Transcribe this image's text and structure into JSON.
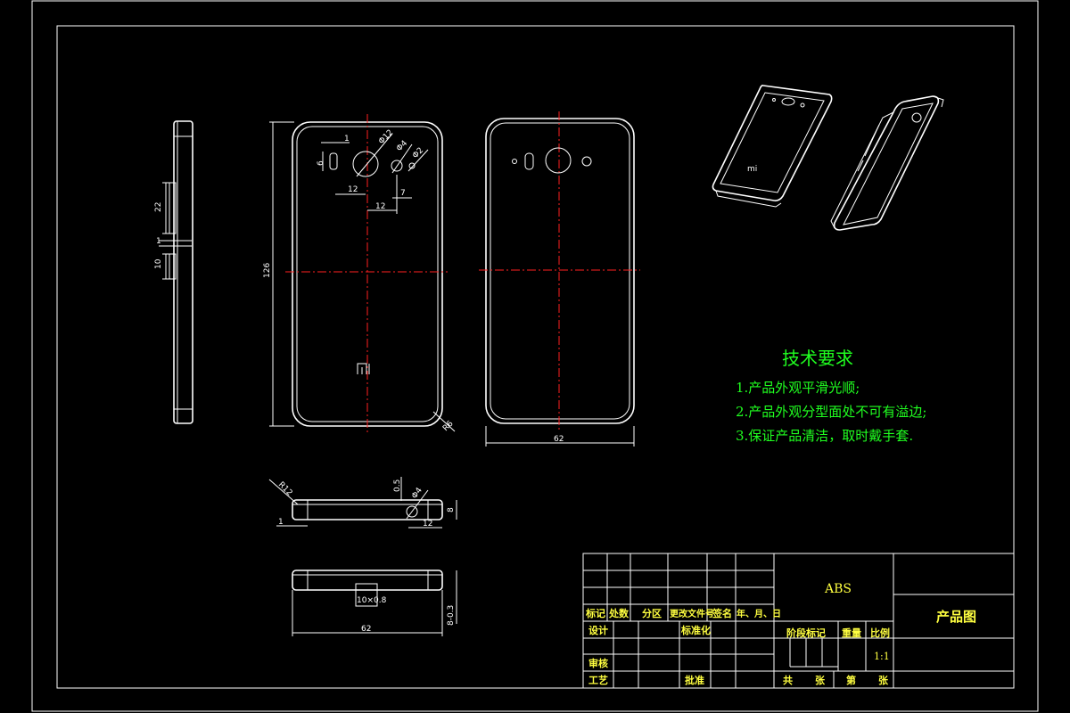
{
  "tech_requirements": {
    "title": "技术要求",
    "items": [
      "1.产品外观平滑光顺;",
      "2.产品外观分型面处不可有溢边;",
      "3.保证产品清洁，取时戴手套."
    ]
  },
  "dimensions": {
    "height": "126",
    "width_back": "62",
    "width_bottom": "62",
    "side_22": "22",
    "side_1": "1",
    "side_10": "10",
    "cam_1": "1",
    "cam_6": "6",
    "cam_12a": "12",
    "cam_12b": "12",
    "cam_7": "7",
    "phi12": "Φ12",
    "phi4": "Φ4",
    "phi2": "Φ2",
    "r6": "R6",
    "r12": "R12",
    "top_05": "0.5",
    "top_phi4": "Φ4",
    "top_12": "12",
    "top_8": "8",
    "top_1": "1",
    "bottom_slot": "10×0.8",
    "bottom_height": "8-0.3",
    "logo": "mi"
  },
  "title_block": {
    "material": "ABS",
    "drawing_name": "产品图",
    "scale": "1:1",
    "labels": {
      "mark": "标记",
      "count": "处数",
      "zone": "分区",
      "change_doc": "更改文件号",
      "sign": "签名",
      "date": "年、月、日",
      "design": "设计",
      "standardize": "标准化",
      "stage_mark": "阶段标记",
      "weight": "重量",
      "ratio": "比例",
      "review": "审核",
      "process": "工艺",
      "approve": "批准",
      "total": "共",
      "sheets": "张",
      "page": "第",
      "sheet": "张"
    }
  }
}
